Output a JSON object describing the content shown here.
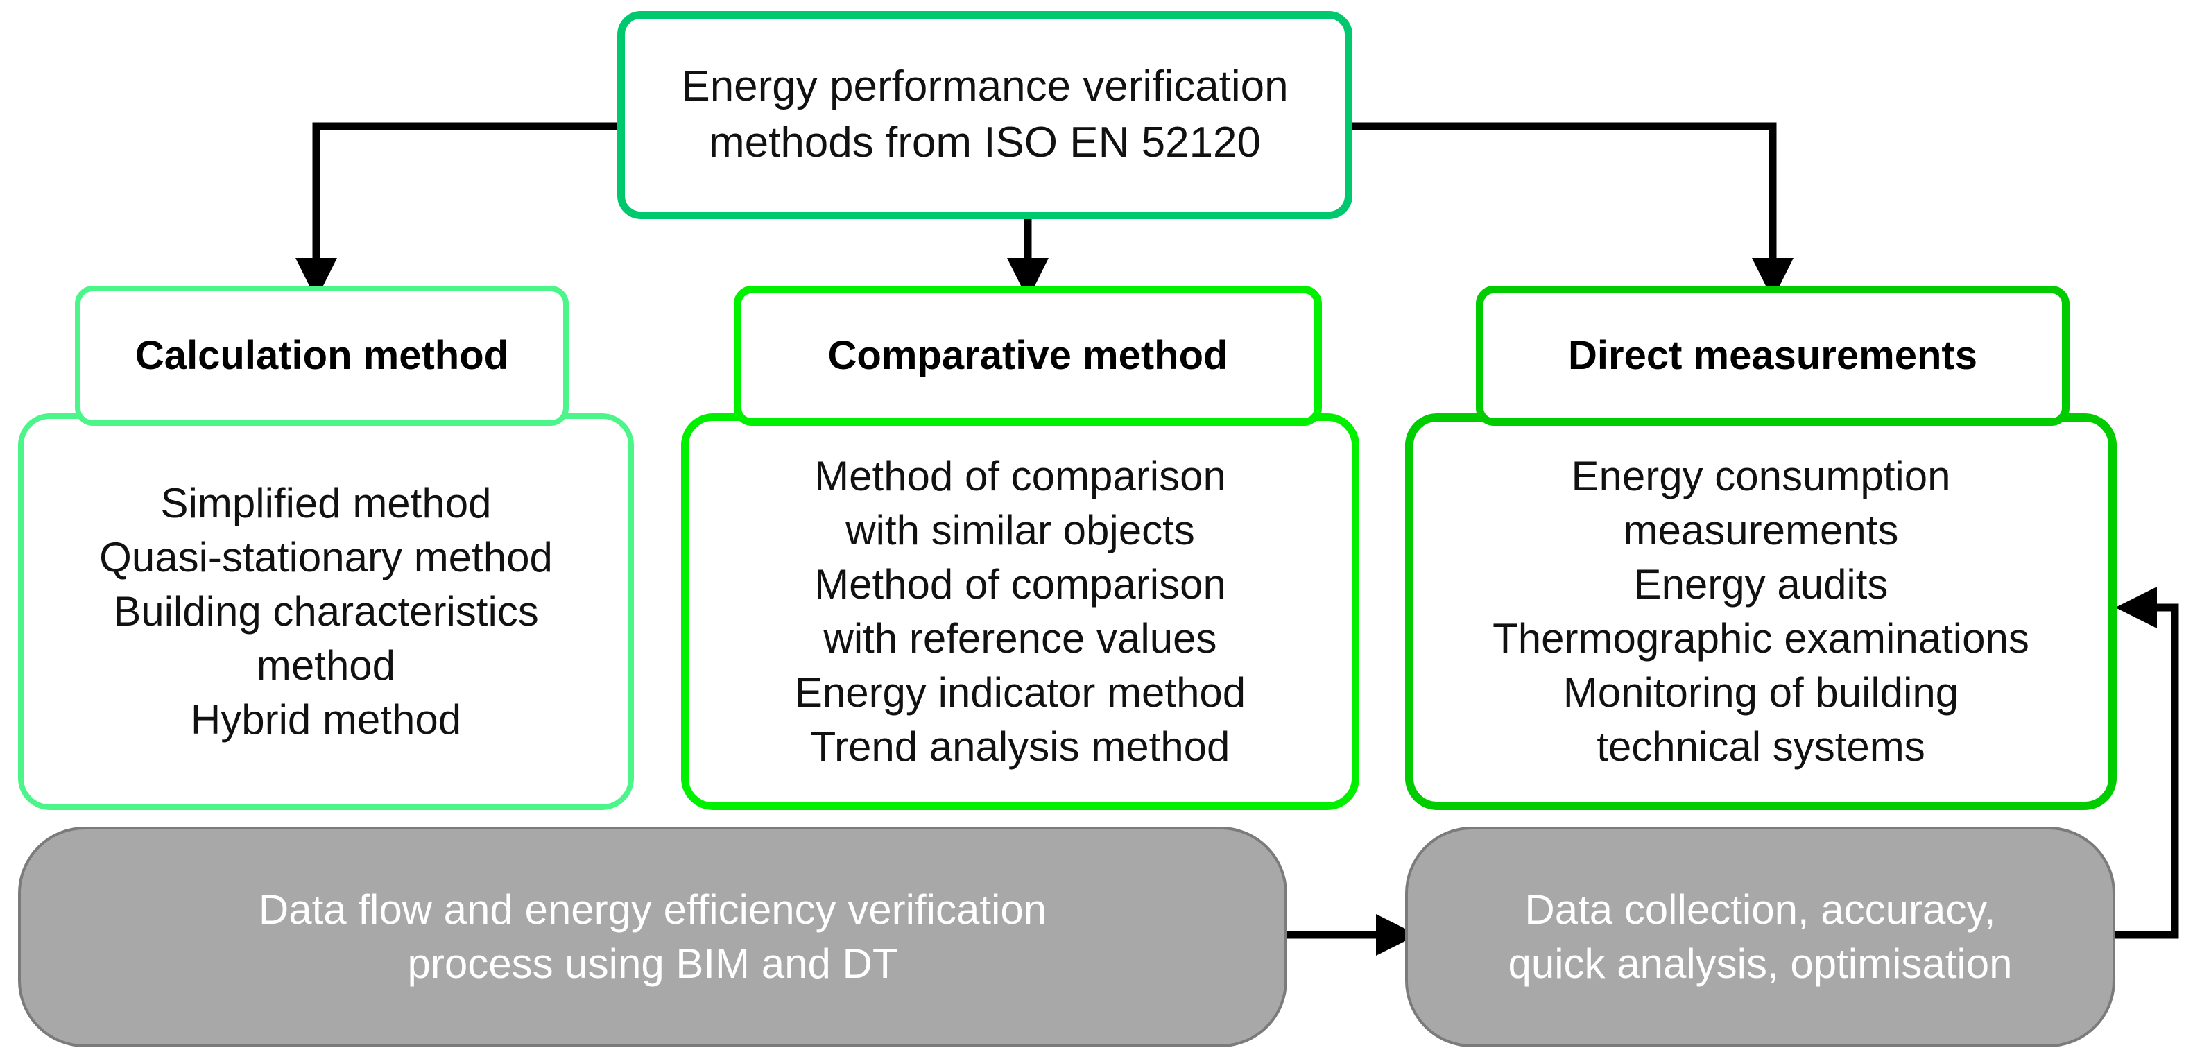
{
  "diagram": {
    "title": "Energy performance verification methods from ISO EN 52120",
    "root": {
      "label_line_1": "Energy performance verification",
      "label_line_2": "methods from ISO EN 52120",
      "border_color": "#00c86e"
    },
    "columns": [
      {
        "header": "Calculation method",
        "header_border_color": "#4cf58a",
        "content_border_color": "#4cf58a",
        "items": [
          "Simplified method",
          "Quasi-stationary method",
          "Building characteristics",
          "method",
          "Hybrid method"
        ]
      },
      {
        "header": "Comparative method",
        "header_border_color": "#00f000",
        "content_border_color": "#00f000",
        "items": [
          "Method of comparison",
          "with similar objects",
          "Method of comparison",
          "with reference values",
          "Energy indicator method",
          "Trend analysis method"
        ]
      },
      {
        "header": "Direct measurements",
        "header_border_color": "#00cc00",
        "content_border_color": "#00cc00",
        "items": [
          "Energy consumption",
          "measurements",
          "Energy audits",
          "Thermographic examinations",
          "Monitoring of building",
          "technical systems"
        ]
      }
    ],
    "processes": [
      {
        "label_line_1": "Data flow and energy efficiency verification",
        "label_line_2": "process using BIM and DT",
        "fill_color": "#a8a8a8",
        "text_color": "#ffffff"
      },
      {
        "label_line_1": "Data collection, accuracy,",
        "label_line_2": "quick analysis, optimisation",
        "fill_color": "#a8a8a8",
        "text_color": "#ffffff"
      }
    ],
    "connectors": {
      "color": "#000000",
      "items": [
        {
          "name": "root-to-calculation-method-arrow"
        },
        {
          "name": "root-to-comparative-method-arrow"
        },
        {
          "name": "root-to-direct-measurements-arrow"
        },
        {
          "name": "process-one-to-process-two-arrow"
        },
        {
          "name": "process-two-feedback-to-direct-measurements-arrow"
        }
      ]
    }
  }
}
